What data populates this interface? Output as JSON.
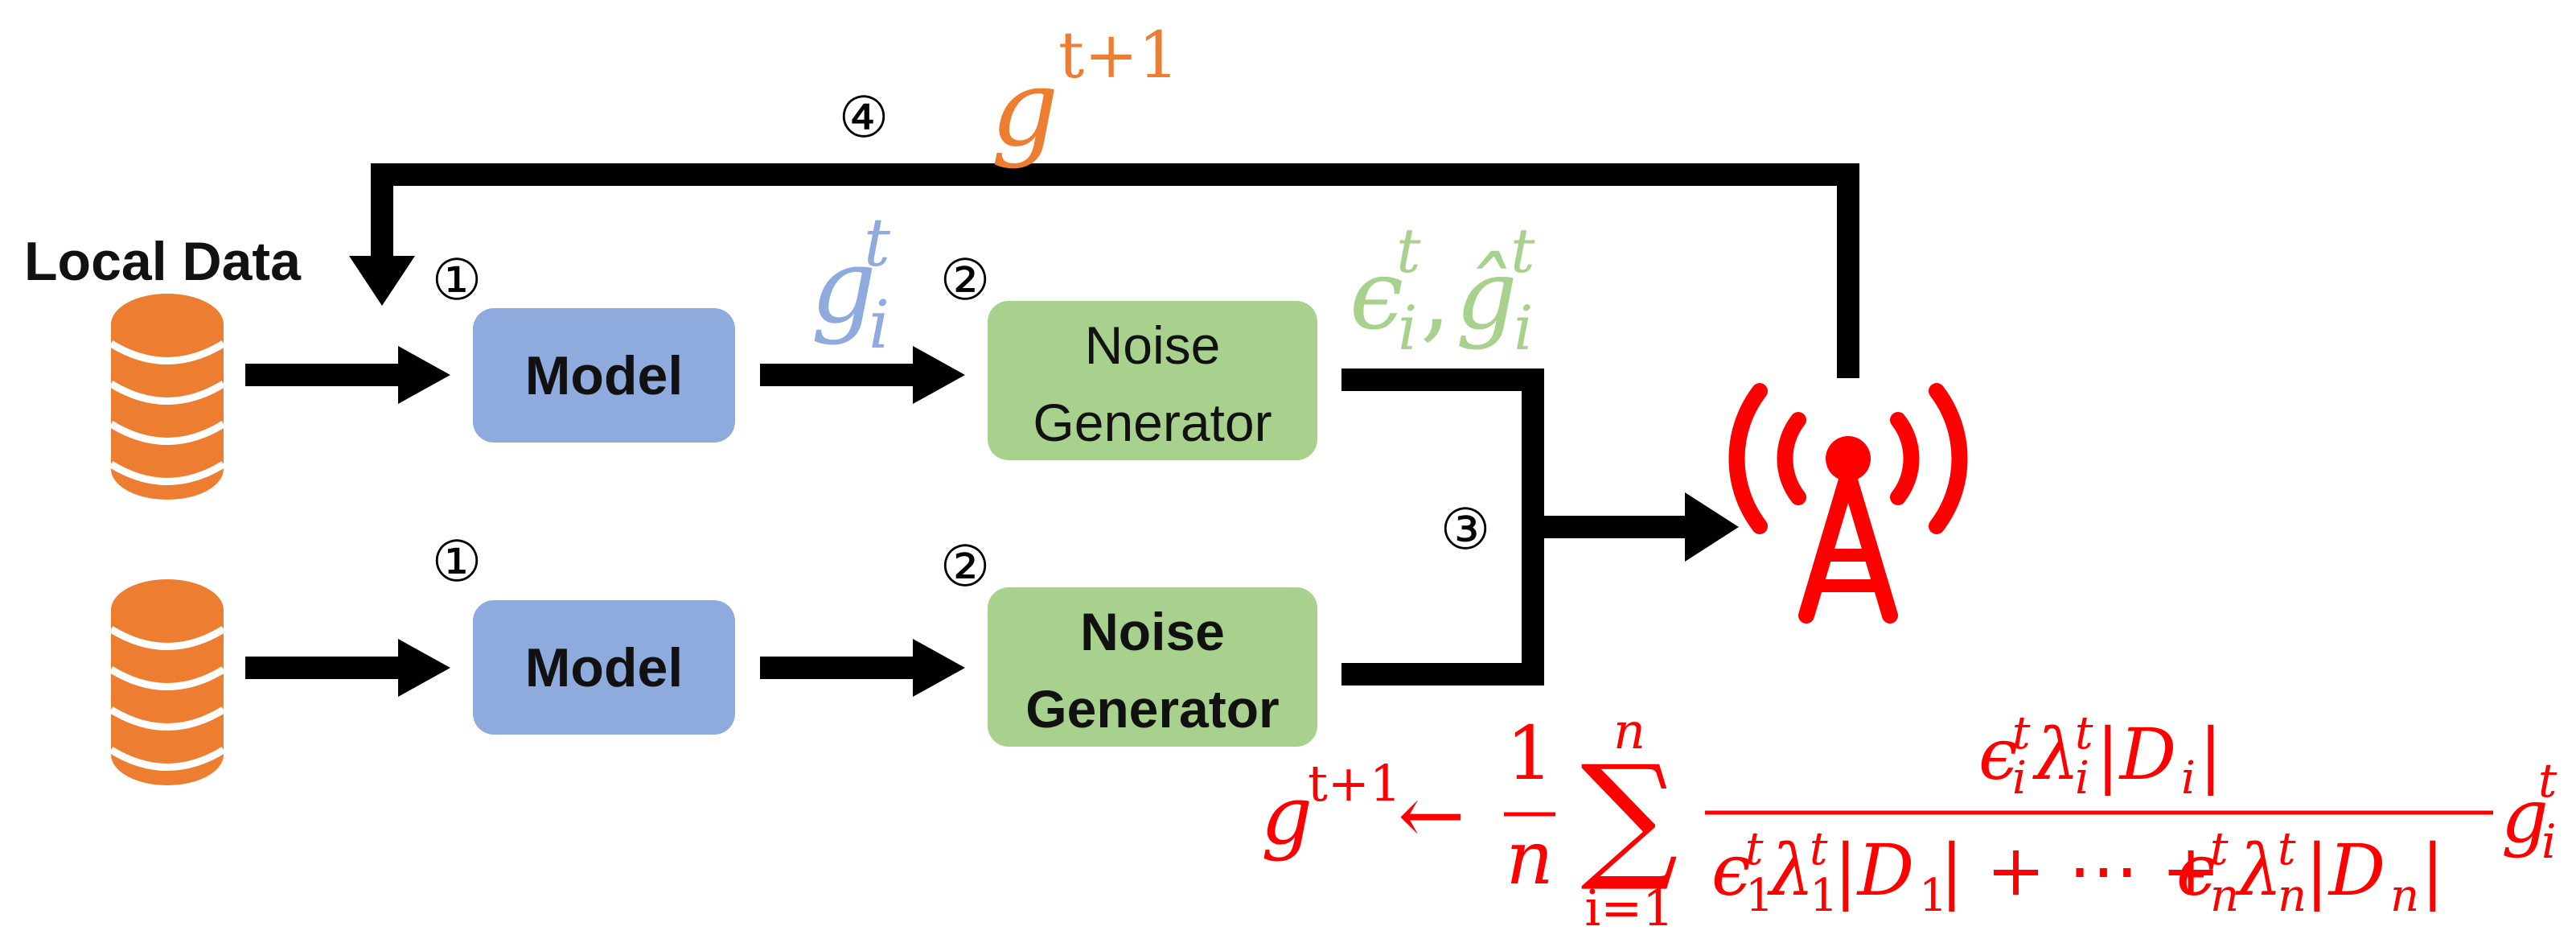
{
  "labels": {
    "local_data": "Local Data",
    "model_1": "Model",
    "model_2": "Model",
    "noise_gen_1_line1": "Noise",
    "noise_gen_1_line2": "Generator",
    "noise_gen_2_line1": "Noise",
    "noise_gen_2_line2": "Generator"
  },
  "steps": {
    "step1_top": "①",
    "step1_bottom": "①",
    "step2_top": "②",
    "step2_bottom": "②",
    "step3": "③",
    "step4": "④"
  },
  "math": {
    "global_grad_base": "g",
    "global_grad_sup": "t+1",
    "local_grad_base": "g",
    "local_grad_sup": "t",
    "local_grad_sub": "i",
    "noisy_eps": "ϵ",
    "noisy_eps_sup": "t",
    "noisy_eps_sub": "i",
    "noisy_comma": ",",
    "noisy_g": "ĝ",
    "noisy_g_sup": "t",
    "noisy_g_sub": "i",
    "formula_lhs_base": "g",
    "formula_lhs_sup": "t+1",
    "formula_arrow": "←",
    "formula_frac_num": "1",
    "formula_frac_den": "n",
    "formula_sum": "∑",
    "formula_sum_top": "n",
    "formula_sum_bottom": "i=1",
    "formula_num_text": "ϵ",
    "formula_num_sup1": "t",
    "formula_num_sub1": "i",
    "formula_num_lambda": "λ",
    "formula_num_sup2": "t",
    "formula_num_sub2": "i",
    "formula_num_D": "|D",
    "formula_num_Dsub": "i",
    "formula_num_close": "|",
    "formula_den_eps1": "ϵ",
    "formula_den_eps1_sup": "t",
    "formula_den_eps1_sub": "1",
    "formula_den_lambda1": "λ",
    "formula_den_lambda1_sup": "t",
    "formula_den_lambda1_sub": "1",
    "formula_den_D1": "|D",
    "formula_den_D1_sub": "1",
    "formula_den_mid": "| + ⋯ + ",
    "formula_den_epsn": "ϵ",
    "formula_den_epsn_sup": "t",
    "formula_den_epsn_sub": "n",
    "formula_den_lambdan": "λ",
    "formula_den_lambdan_sup": "t",
    "formula_den_lambdan_sub": "n",
    "formula_den_Dn": "|D",
    "formula_den_Dn_sub": "n",
    "formula_den_close": "|",
    "formula_rhs_base": "g",
    "formula_rhs_sup": "t",
    "formula_rhs_sub": "i"
  },
  "colors": {
    "database": "#ED7D31",
    "model_box": "#8FAADC",
    "noise_box": "#A9D18E",
    "arrow": "#000000",
    "tower": "#FF0000",
    "global_grad": "#ED7D31",
    "local_grad": "#8FAADC",
    "noisy_grad": "#A9D18E",
    "formula": "#FF0000"
  },
  "icons": {
    "database_top": "database-icon",
    "database_bottom": "database-icon",
    "server": "antenna-tower-icon"
  }
}
